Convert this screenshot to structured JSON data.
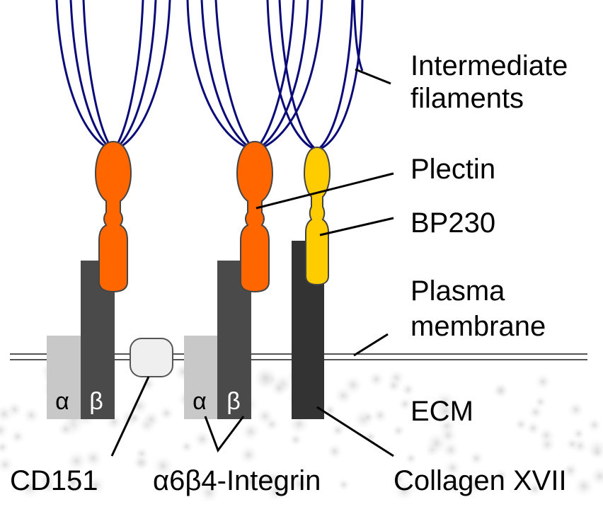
{
  "labels": {
    "intermediate_filaments_line1": "Intermediate",
    "intermediate_filaments_line2": "filaments",
    "plectin": "Plectin",
    "bp230": "BP230",
    "plasma_membrane_line1": "Plasma",
    "plasma_membrane_line2": "membrane",
    "ecm": "ECM",
    "cd151": "CD151",
    "integrin": "α6β4-Integrin",
    "collagen": "Collagen XVII",
    "alpha_left": "α",
    "beta_left": "β",
    "alpha_right": "α",
    "beta_right": "β"
  },
  "colors": {
    "filament": "#0a0a78",
    "plectin_fill": "#ff6600",
    "bp230_fill": "#ffcc00",
    "outline": "#444444",
    "alpha_fill": "#c8c8c8",
    "beta_fill": "#4a4a4a",
    "collagen_fill": "#333333",
    "cd151_fill": "#efefef",
    "ecm_dots": "#e6e6e6",
    "text": "#000000"
  }
}
